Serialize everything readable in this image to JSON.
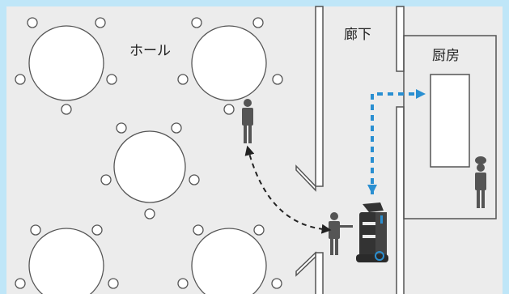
{
  "labels": {
    "hall": "ホール",
    "corridor": "廊下",
    "kitchen": "厨房"
  },
  "colors": {
    "frame": "#bfe6f8",
    "floor": "#ececec",
    "wall": "#555555",
    "table_fill": "#ffffff",
    "person": "#555555",
    "robot": "#333333",
    "robot_accent": "#2a8fd1",
    "path_blue": "#2a8fd1",
    "path_black": "#222222"
  },
  "icons": {
    "waiter": "person-icon",
    "chef": "chef-icon",
    "robot": "delivery-robot-icon"
  }
}
